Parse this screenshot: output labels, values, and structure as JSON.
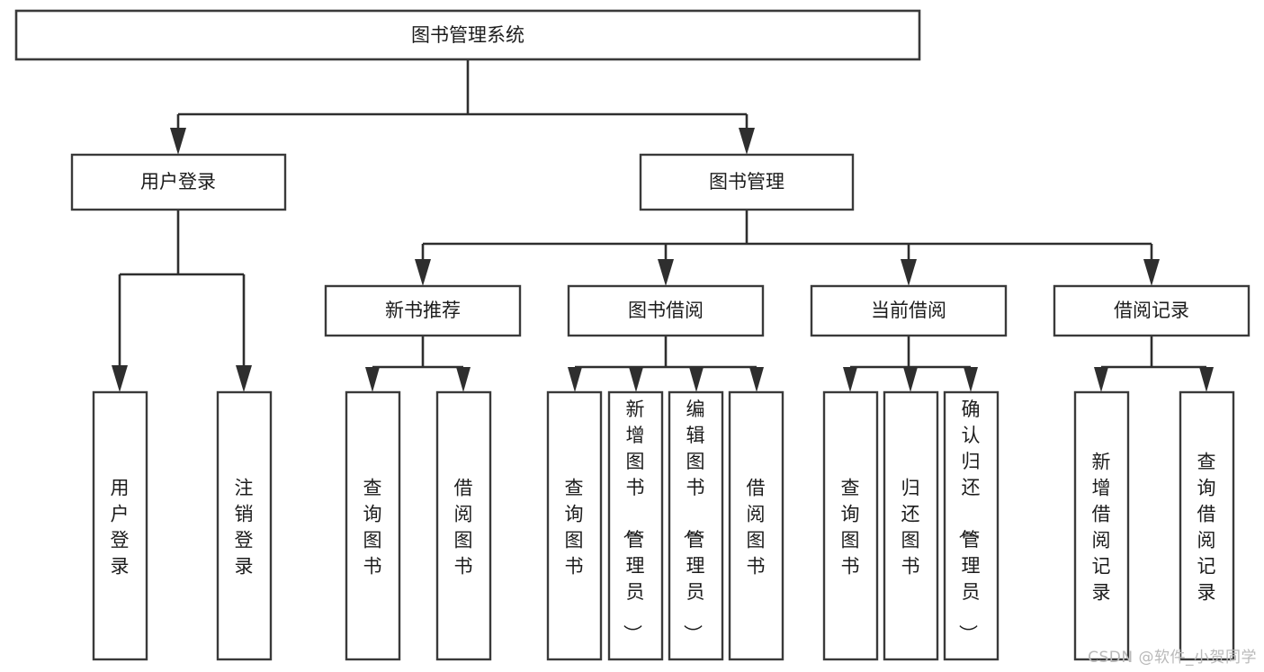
{
  "diagram": {
    "title": "图书管理系统",
    "type": "tree-hierarchy",
    "root": {
      "id": "root",
      "label": "图书管理系统",
      "orientation": "horizontal"
    },
    "level1": [
      {
        "id": "user-login",
        "label": "用户登录",
        "orientation": "horizontal"
      },
      {
        "id": "book-manage",
        "label": "图书管理",
        "orientation": "horizontal"
      }
    ],
    "level2": [
      {
        "id": "new-book-recommend",
        "label": "新书推荐",
        "orientation": "horizontal",
        "parent": "book-manage"
      },
      {
        "id": "book-borrow",
        "label": "图书借阅",
        "orientation": "horizontal",
        "parent": "book-manage"
      },
      {
        "id": "current-borrow",
        "label": "当前借阅",
        "orientation": "horizontal",
        "parent": "book-manage"
      },
      {
        "id": "borrow-record",
        "label": "借阅记录",
        "orientation": "horizontal",
        "parent": "book-manage"
      }
    ],
    "leaves": {
      "user-login": [
        {
          "id": "leaf-user-login",
          "label": "用户登录",
          "orientation": "vertical",
          "align": "middle"
        },
        {
          "id": "leaf-user-logout",
          "label": "注销登录",
          "orientation": "vertical",
          "align": "middle"
        }
      ],
      "new-book-recommend": [
        {
          "id": "leaf-query-book-1",
          "label": "查询图书",
          "orientation": "vertical",
          "align": "middle"
        },
        {
          "id": "leaf-borrow-book-1",
          "label": "借阅图书",
          "orientation": "vertical",
          "align": "middle"
        }
      ],
      "book-borrow": [
        {
          "id": "leaf-query-book-2",
          "label": "查询图书",
          "orientation": "vertical",
          "align": "middle"
        },
        {
          "id": "leaf-add-book",
          "label": "新增图书（管理员）",
          "orientation": "vertical",
          "align": "top"
        },
        {
          "id": "leaf-edit-book",
          "label": "编辑图书（管理员）",
          "orientation": "vertical",
          "align": "top"
        },
        {
          "id": "leaf-borrow-book-2",
          "label": "借阅图书",
          "orientation": "vertical",
          "align": "middle"
        }
      ],
      "current-borrow": [
        {
          "id": "leaf-query-book-3",
          "label": "查询图书",
          "orientation": "vertical",
          "align": "middle"
        },
        {
          "id": "leaf-return-book",
          "label": "归还图书",
          "orientation": "vertical",
          "align": "middle"
        },
        {
          "id": "leaf-confirm-return",
          "label": "确认归还（管理员）",
          "orientation": "vertical",
          "align": "top"
        }
      ],
      "borrow-record": [
        {
          "id": "leaf-add-record",
          "label": "新增借阅记录",
          "orientation": "vertical",
          "align": "middle"
        },
        {
          "id": "leaf-query-record",
          "label": "查询借阅记录",
          "orientation": "vertical",
          "align": "middle"
        }
      ]
    }
  },
  "watermark": {
    "text": "CSDN @软件_小贺同学"
  },
  "colors": {
    "box_stroke": "#3a3a3a",
    "connector": "#2e2e2e",
    "background": "#ffffff",
    "label_text": "#1c1c1c",
    "watermark": "#b9b9b9"
  }
}
